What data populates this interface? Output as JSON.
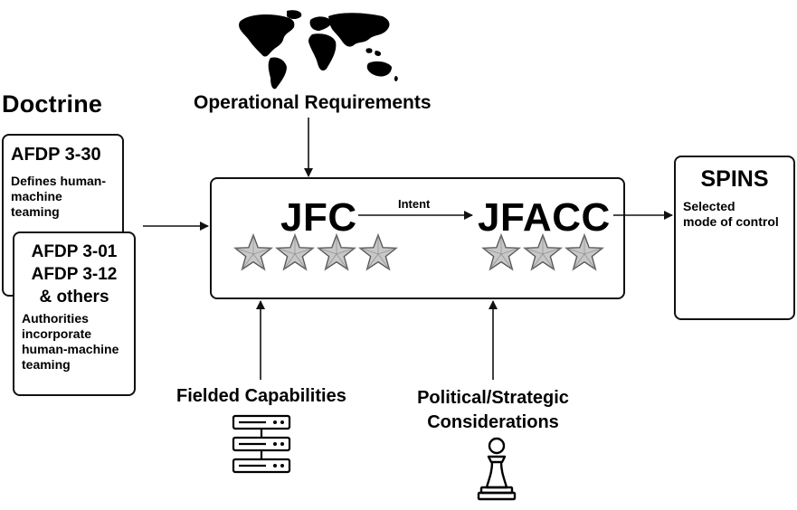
{
  "doctrine": {
    "title": "Doctrine",
    "box1": {
      "heading": "AFDP 3-30",
      "text_lines": [
        "Defines human-",
        "machine",
        "teaming"
      ]
    },
    "box2": {
      "heading_lines": [
        "AFDP 3-01",
        "AFDP 3-12",
        "& others"
      ],
      "text_lines": [
        "Authorities",
        "incorporate",
        "human-machine",
        "teaming"
      ]
    }
  },
  "operational_requirements": "Operational Requirements",
  "jfc": {
    "label": "JFC",
    "stars": 4
  },
  "jfacc": {
    "label": "JFACC",
    "stars": 3
  },
  "intent_label": "Intent",
  "spins": {
    "title": "SPINS",
    "text_lines": [
      "Selected",
      "mode of control"
    ]
  },
  "fielded_capabilities": "Fielded Capabilities",
  "political": {
    "lines": [
      "Political/Strategic",
      "Considerations"
    ]
  },
  "icons": {
    "world": "world-map-icon",
    "server": "server-rack-icon",
    "pawn": "chess-pawn-icon",
    "star": "star-icon"
  },
  "colors": {
    "stroke": "#111111",
    "star_fill": "#c8c8c8"
  }
}
